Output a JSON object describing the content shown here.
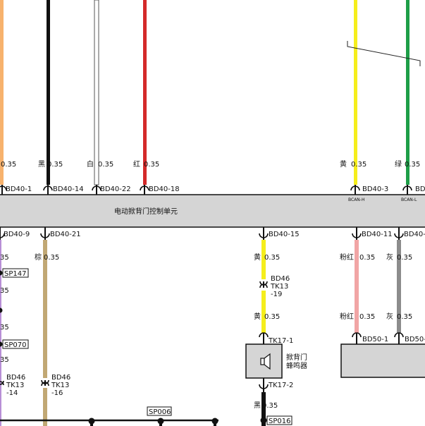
{
  "module": {
    "label": "电动掀背门控制单元",
    "bus_labels": {
      "can_h": "BCAN-H",
      "can_l": "BCAN-L"
    }
  },
  "top_wires": [
    {
      "id": "w-orange",
      "color_label": "",
      "gauge": "0.35",
      "pin": "BD40-1",
      "hex": "#f7b26d"
    },
    {
      "id": "w-black",
      "color_label": "黑",
      "gauge": "0.35",
      "pin": "BD40-14",
      "hex": "#111111"
    },
    {
      "id": "w-white",
      "color_label": "白",
      "gauge": "0.35",
      "pin": "BD40-22",
      "hex": "#ffffff"
    },
    {
      "id": "w-red",
      "color_label": "红",
      "gauge": "0.35",
      "pin": "BD40-18",
      "hex": "#d42a2a"
    },
    {
      "id": "w-yellow",
      "color_label": "黄",
      "gauge": "0.35",
      "pin": "BD40-3",
      "hex": "#f5ee1c"
    },
    {
      "id": "w-green",
      "color_label": "绿",
      "gauge": "0.35",
      "pin": "BD",
      "hex": "#1e9e48"
    }
  ],
  "bottom_pins": {
    "left": "BD40-9",
    "brown": "BD40-21",
    "yellow": "BD40-15",
    "pink": "BD40-11",
    "gray": "BD40-"
  },
  "wires_below": {
    "left_gauges": [
      "35",
      "35",
      "35",
      "35"
    ],
    "brown": {
      "color_label": "棕",
      "gauge": "0.35",
      "hex": "#c1a874"
    },
    "yellow_upper": {
      "color_label": "黄",
      "gauge": "0.35",
      "hex": "#f5ee1c"
    },
    "yellow_lower": {
      "color_label": "黄",
      "gauge": "0.35"
    },
    "pink": {
      "color_label": "粉红",
      "gauge": "0.35",
      "hex": "#f1a5a5"
    },
    "pink_lower": {
      "color_label": "粉红",
      "gauge": "0.35"
    },
    "gray": {
      "color_label": "灰",
      "gauge": "0.35",
      "hex": "#8c8c8c"
    },
    "gray_lower": {
      "color_label": "灰",
      "gauge": "0.35"
    },
    "black_out": {
      "color_label": "黑",
      "gauge": "0.35"
    },
    "purple_hex": "#b88fd6"
  },
  "splices": [
    "SP147",
    "SP070",
    "SP006",
    "SP016"
  ],
  "inline_connectors": {
    "left": [
      "BD46",
      "TK13",
      "-14"
    ],
    "brown": [
      "BD46",
      "TK13",
      "-16"
    ],
    "yellow": [
      "BD46",
      "TK13",
      "-19"
    ]
  },
  "buzzer": {
    "pin_in": "TK17-1",
    "pin_out": "TK17-2",
    "label_line1": "掀背门",
    "label_line2": "蜂鸣器"
  },
  "right_connectors": [
    "BD50-1",
    "BD50-"
  ]
}
